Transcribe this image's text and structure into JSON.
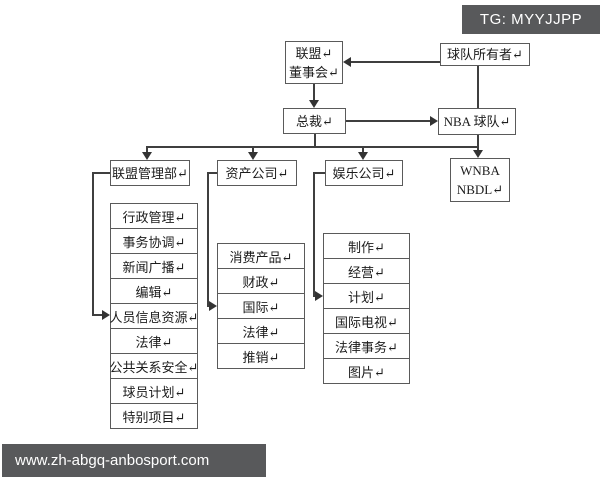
{
  "badge": {
    "label": "TG: MYYJJPP"
  },
  "footer": {
    "url": "www.zh-abgq-anbosport.com"
  },
  "colors": {
    "overlay_bg": "#58595b",
    "overlay_text": "#ffffff",
    "line": "#3f3f3f",
    "box_border": "#5a5a5a",
    "text": "#1c1c1c",
    "background": "#ffffff"
  },
  "org": {
    "nodes": {
      "board": {
        "line1": "联盟↵",
        "line2": "董事会↵"
      },
      "owners": {
        "label": "球队所有者↵"
      },
      "president": {
        "label": "总裁↵"
      },
      "nba_teams": {
        "label": "NBA 球队↵"
      },
      "league_admin": {
        "label": "联盟管理部↵"
      },
      "asset_company": {
        "label": "资产公司↵"
      },
      "entertainment_company": {
        "label": "娱乐公司↵"
      },
      "wnba_nbdl": {
        "line1": "WNBA",
        "line2": "NBDL↵"
      }
    },
    "league_admin_children": [
      "行政管理↵",
      "事务协调↵",
      "新闻广播↵",
      "编辑↵",
      "人员信息资源↵",
      "法律↵",
      "公共关系安全↵",
      "球员计划↵",
      "特别项目↵"
    ],
    "asset_company_children": [
      "消费产品↵",
      "财政↵",
      "国际↵",
      "法律↵",
      "推销↵"
    ],
    "entertainment_children": [
      "制作↵",
      "经营↵",
      "计划↵",
      "国际电视↵",
      "法律事务↵",
      "图片↵"
    ]
  }
}
